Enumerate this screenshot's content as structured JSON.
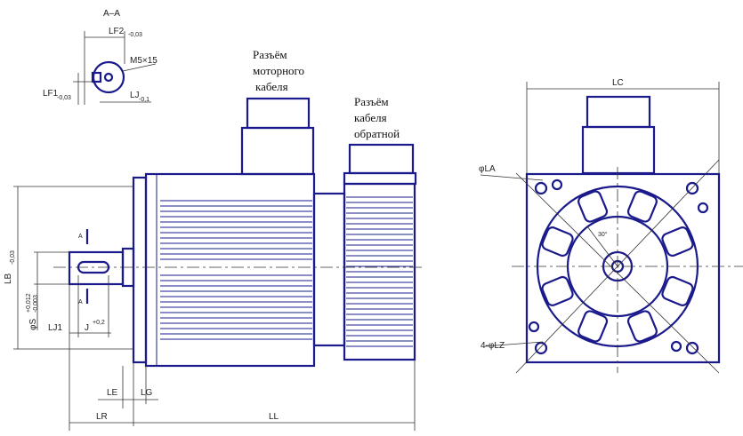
{
  "section": {
    "title": "A–A",
    "lf2": "LF2",
    "lf2_tol": "-0,03",
    "m_thread": "M5×15",
    "lf1": "LF1",
    "lf1_tol": "-0,03",
    "lj": "LJ",
    "lj_tol": "-0,1"
  },
  "side": {
    "motor_connector": [
      "Разъём",
      "моторного",
      "кабеля"
    ],
    "feedback_connector": [
      "Разъём",
      "кабеля",
      "обратной"
    ],
    "lb": "LB",
    "lb_tol": "-0,03",
    "ls": "φS",
    "ls_tol_top": "+0,012",
    "ls_tol_bot": "-0,003",
    "lj1": "LJ1",
    "j": "J",
    "j_tol": "+0,2",
    "section_mark": "A",
    "le": "LE",
    "lg": "LG",
    "lr": "LR",
    "ll": "LL"
  },
  "front": {
    "lc": "LC",
    "la": "φLA",
    "angle": "30°",
    "lz": "4-φLZ"
  },
  "colors": {
    "outline": "#1a1a8c",
    "dimension": "#333333"
  }
}
